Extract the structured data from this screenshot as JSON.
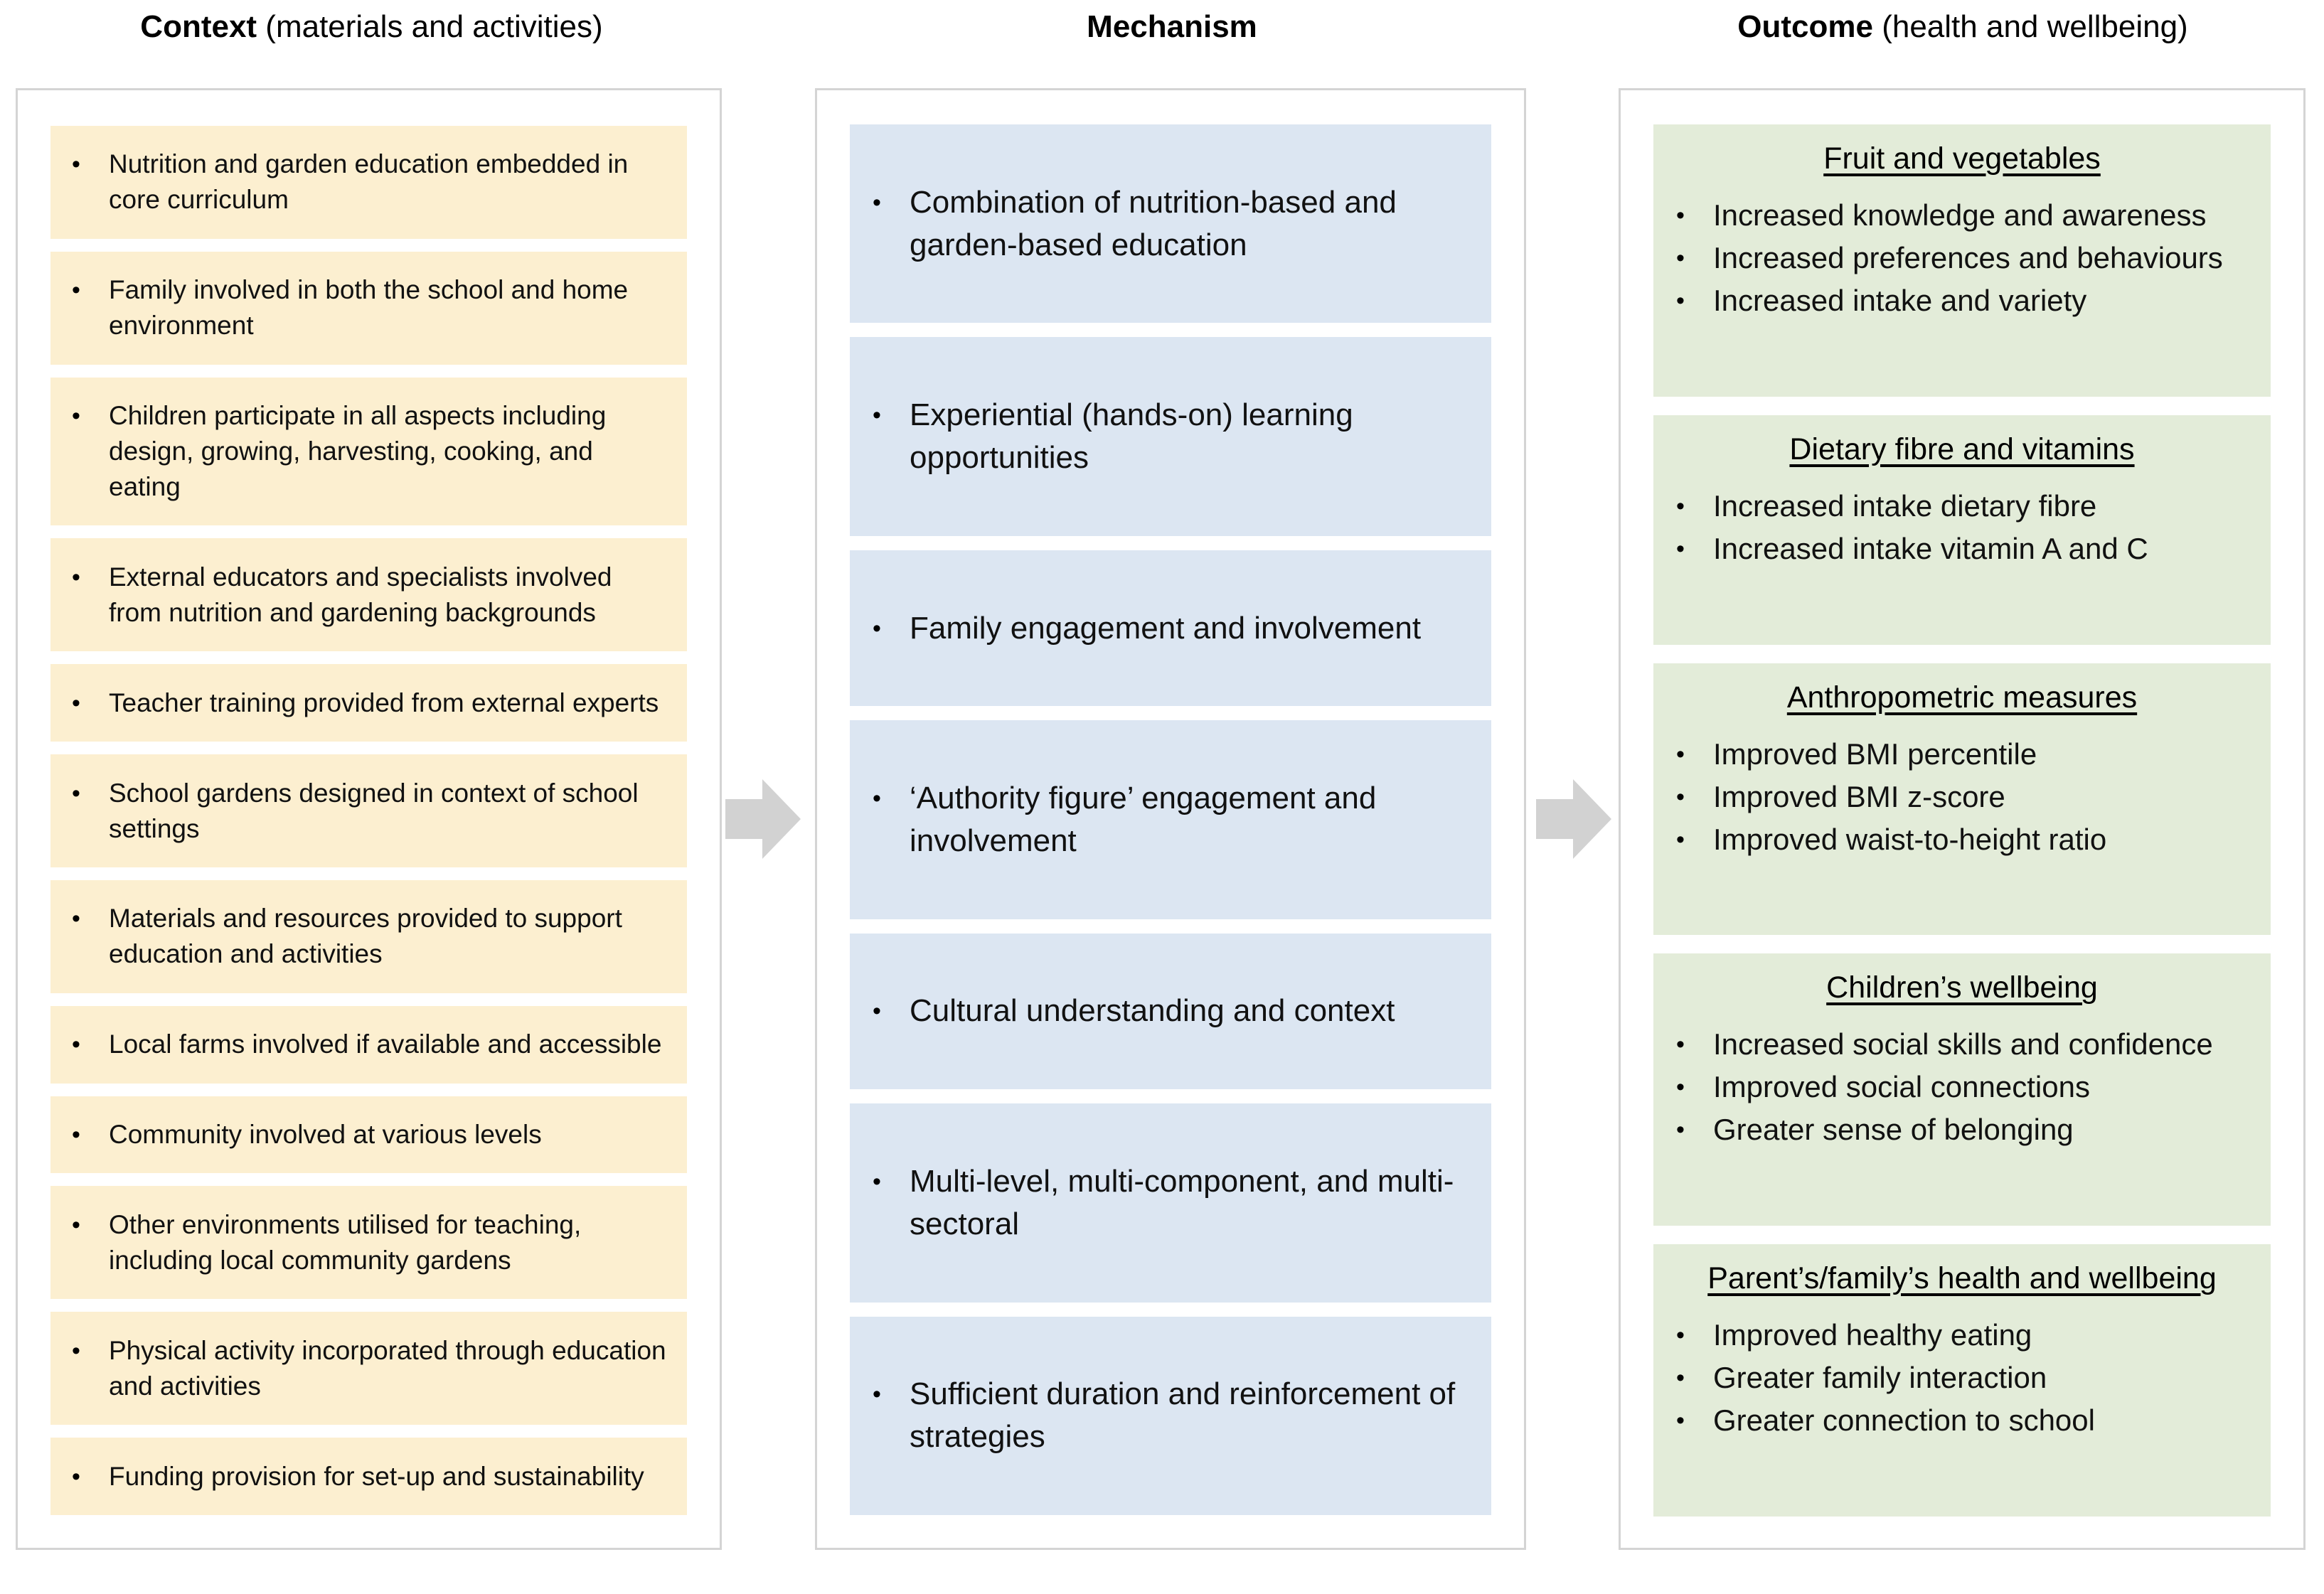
{
  "headings": {
    "context": {
      "bold": "Context",
      "regular": " (materials and activities)"
    },
    "mechanism": {
      "bold": "Mechanism",
      "regular": ""
    },
    "outcome": {
      "bold": "Outcome",
      "regular": " (health and wellbeing)"
    }
  },
  "arrows": {
    "color": "#D2D2D2",
    "first": "arrow-context-to-mechanism",
    "second": "arrow-mechanism-to-outcome"
  },
  "colors": {
    "context_card": "#FCEFD0",
    "mechanism_card": "#DCE6F2",
    "outcome_card": "#E3ECD9",
    "frame_border": "#D4D4D4",
    "text": "#111111"
  },
  "context": {
    "items": [
      "Nutrition and garden education embedded in core curriculum",
      "Family involved in both the school and home environment",
      "Children participate in all aspects including design, growing, harvesting, cooking, and eating",
      "External educators and specialists involved from nutrition and gardening backgrounds",
      "Teacher training provided from external experts",
      "School gardens designed in context of school settings",
      "Materials and resources provided to support education and activities",
      "Local farms involved if available and accessible",
      "Community involved at various levels",
      "Other environments utilised for teaching, including local community gardens",
      "Physical activity incorporated through education and activities",
      "Funding provision for set-up and sustainability"
    ]
  },
  "mechanism": {
    "items": [
      "Combination of nutrition-based and garden-based education",
      "Experiential (hands-on) learning opportunities",
      "Family engagement and involvement",
      "‘Authority figure’ engagement and involvement",
      "Cultural understanding and context",
      "Multi-level, multi-component, and multi-sectoral",
      "Sufficient duration and reinforcement of strategies"
    ]
  },
  "outcome": {
    "groups": [
      {
        "title": "Fruit and vegetables",
        "items": [
          "Increased knowledge and awareness",
          "Increased preferences and behaviours",
          "Increased intake and variety"
        ]
      },
      {
        "title": "Dietary fibre and vitamins",
        "items": [
          "Increased intake dietary fibre",
          "Increased intake vitamin A and C"
        ]
      },
      {
        "title": "Anthropometric measures",
        "items": [
          "Improved BMI percentile",
          "Improved BMI z-score",
          "Improved waist-to-height ratio"
        ]
      },
      {
        "title": "Children’s wellbeing",
        "items": [
          "Increased social skills and confidence",
          "Improved social connections",
          "Greater sense of belonging"
        ]
      },
      {
        "title": "Parent’s/family’s health and wellbeing",
        "items": [
          "Improved healthy eating",
          "Greater family interaction",
          "Greater connection to school"
        ]
      }
    ]
  }
}
